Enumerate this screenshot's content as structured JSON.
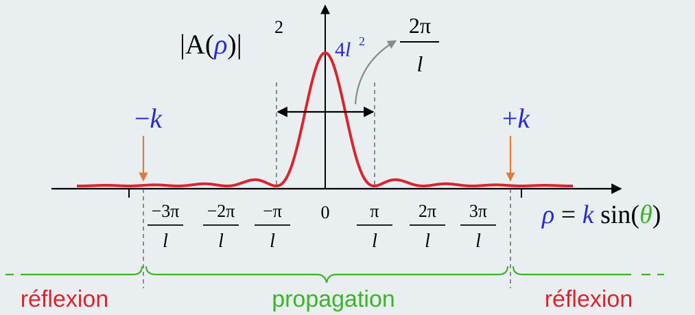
{
  "plot": {
    "ylabel": {
      "pre": "|A(",
      "rho": "ρ",
      "post": ")|",
      "exp": "2"
    },
    "peak_label": {
      "coef": "4",
      "var": "l",
      "exp": "2"
    },
    "width_label": {
      "num": "2π",
      "den": "l"
    },
    "minus_k": {
      "sign": "−",
      "var": "k"
    },
    "plus_k": {
      "sign": "+",
      "var": "k"
    },
    "xlabel": {
      "rho": "ρ",
      "eq": " = ",
      "k": "k",
      "sin": " sin(",
      "theta": "θ",
      "close": ")"
    },
    "ticks": [
      {
        "num": "−3π",
        "den": "l"
      },
      {
        "num": "−2π",
        "den": "l"
      },
      {
        "num": "−π",
        "den": "l"
      },
      {
        "num": "0",
        "den": ""
      },
      {
        "num": "π",
        "den": "l"
      },
      {
        "num": "2π",
        "den": "l"
      },
      {
        "num": "3π",
        "den": "l"
      }
    ],
    "regions": {
      "left": "réflexion",
      "middle": "propagation",
      "right": "réflexion"
    },
    "colors": {
      "curve": "#d9262e",
      "blue": "#2a2ad0",
      "green": "#3cb428",
      "red": "#d9262e",
      "orange": "#e07a3a",
      "grey_arrow": "#8a8a8a"
    }
  }
}
